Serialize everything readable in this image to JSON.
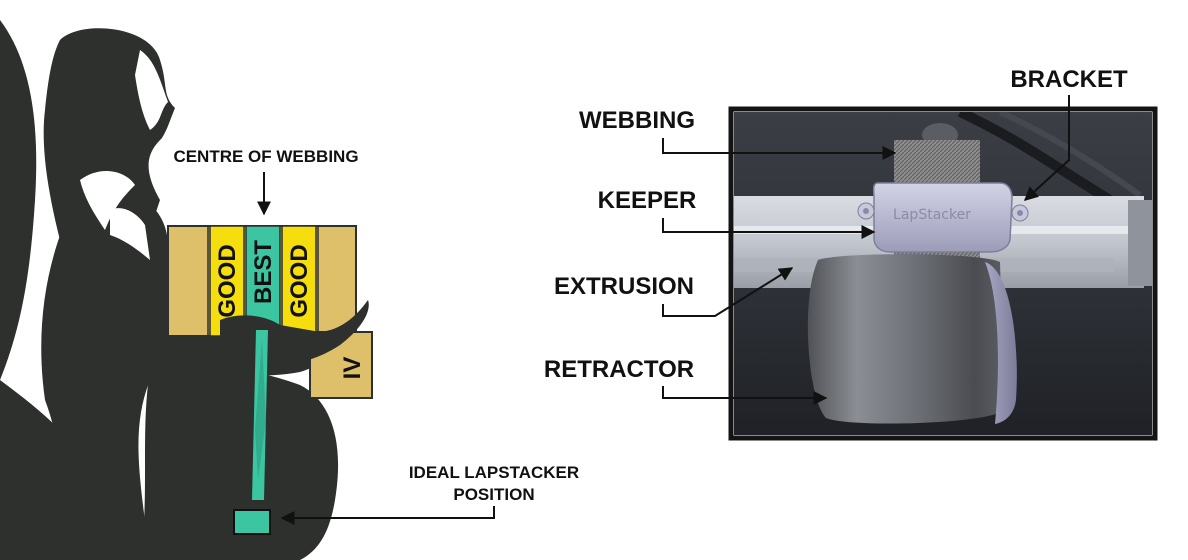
{
  "left_figure": {
    "callout_centre": "CENTRE OF WEBBING",
    "zones": {
      "good_left": "GOOD",
      "best": "BEST",
      "good_right": "GOOD"
    },
    "plate_mark": "IV",
    "callout_ideal_line1": "IDEAL LAPSTACKER",
    "callout_ideal_line2": "POSITION"
  },
  "right_figure": {
    "labels": {
      "bracket": "BRACKET",
      "webbing": "WEBBING",
      "keeper": "KEEPER",
      "extrusion": "EXTRUSION",
      "retractor": "RETRACTOR"
    },
    "brand_logo_text": "LapStacker"
  },
  "colors": {
    "zone_yellow": "#f5dd0e",
    "zone_tan": "#dfc06a",
    "webbing_green": "#3cc5a1",
    "silhouette": "#2d302d",
    "frame": "#141414"
  }
}
